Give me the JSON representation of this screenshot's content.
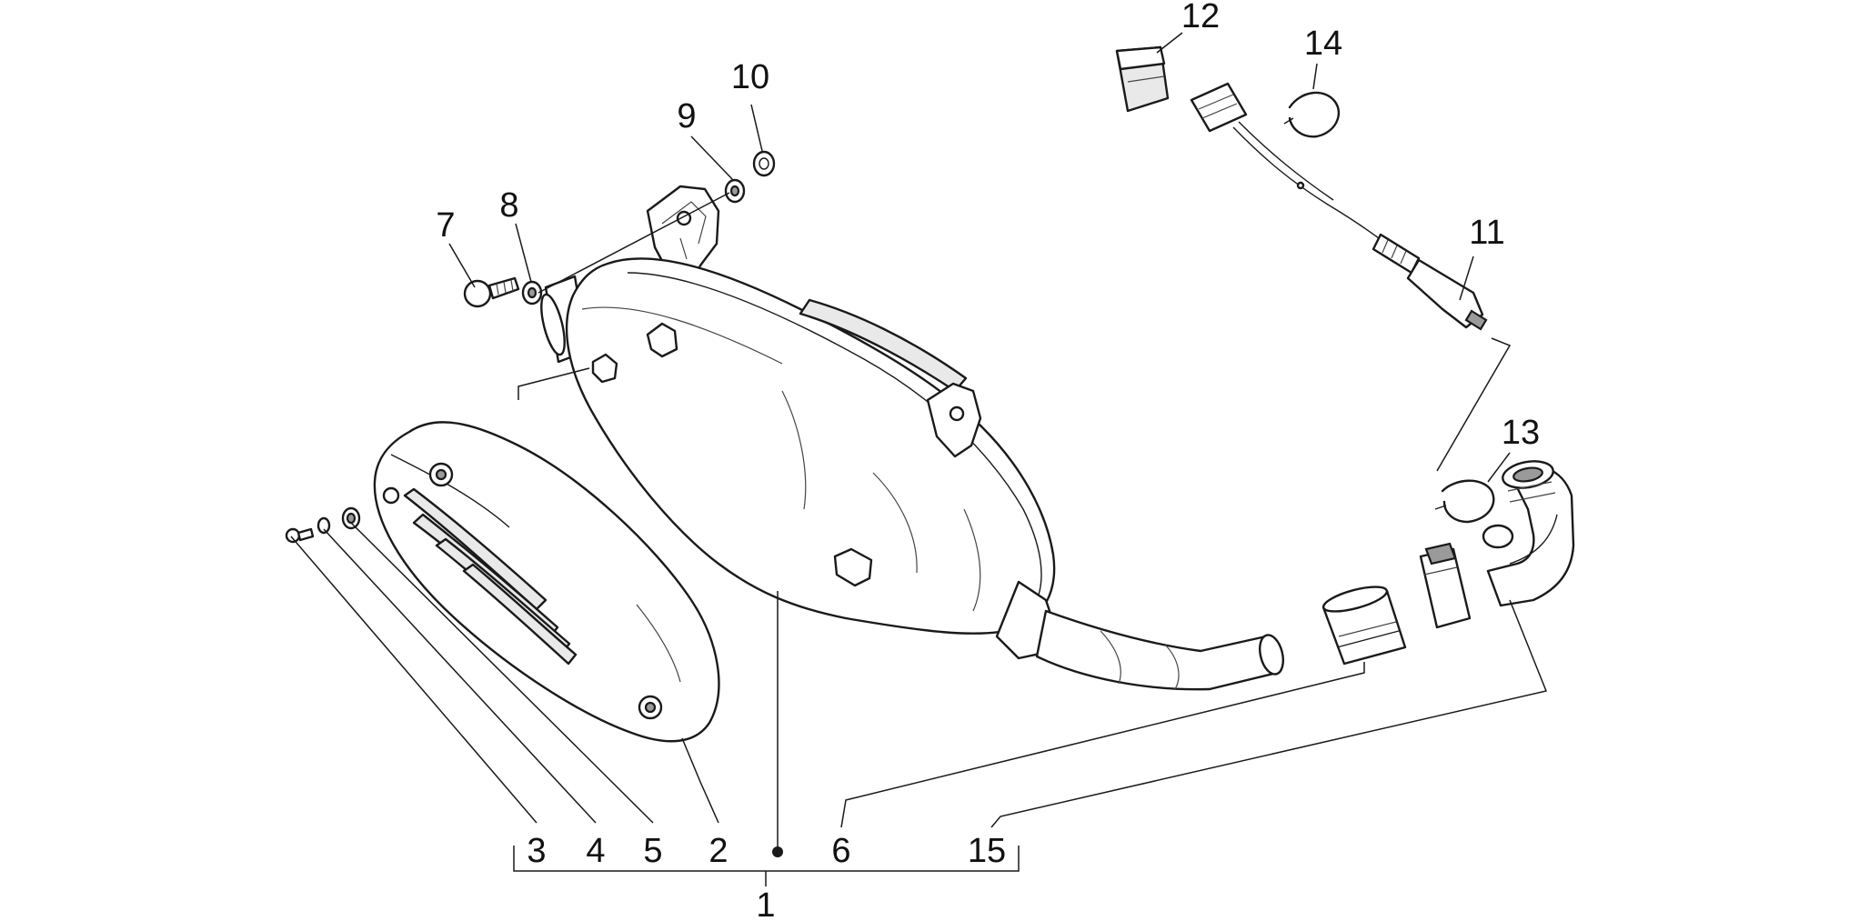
{
  "callouts": {
    "c1": "1",
    "c2": "2",
    "c3": "3",
    "c4": "4",
    "c5": "5",
    "c6": "6",
    "c7": "7",
    "c8": "8",
    "c9": "9",
    "c10": "10",
    "c11": "11",
    "c12": "12",
    "c13": "13",
    "c14": "14",
    "c15": "15"
  },
  "colors": {
    "line": "#1a1a1a",
    "background": "#ffffff"
  }
}
